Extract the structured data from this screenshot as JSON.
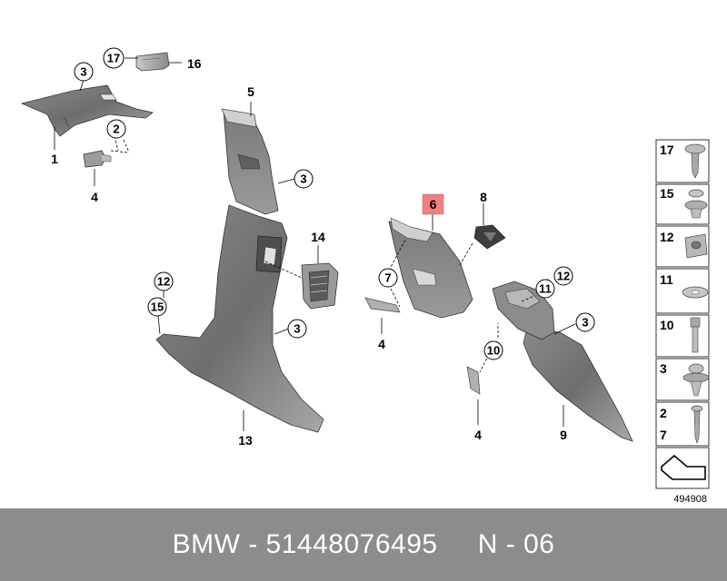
{
  "diagram": {
    "callouts": {
      "c17": "17",
      "c16": "16",
      "c3_top": "3",
      "c2_top": "2",
      "c1": "1",
      "c4_left": "4",
      "c5": "5",
      "c3_b": "3",
      "c14": "14",
      "c12_left": "12",
      "c15_left": "15",
      "c3_c": "3",
      "c13": "13",
      "c6": "6",
      "c8": "8",
      "c7": "7",
      "c4_mid": "4",
      "c12_right": "12",
      "c11": "11",
      "c3_d": "3",
      "c10": "10",
      "c4_bot": "4",
      "c9": "9"
    },
    "legend": [
      {
        "top": "17",
        "bottom": ""
      },
      {
        "top": "15",
        "bottom": ""
      },
      {
        "top": "12",
        "bottom": ""
      },
      {
        "top": "11",
        "bottom": ""
      },
      {
        "top": "10",
        "bottom": ""
      },
      {
        "top": "3",
        "bottom": ""
      },
      {
        "top": "2",
        "bottom": "7"
      }
    ],
    "reference_number": "494908",
    "highlight_color": "#f08080"
  },
  "footer": {
    "text": "BMW - 51448076495     N - 06"
  }
}
